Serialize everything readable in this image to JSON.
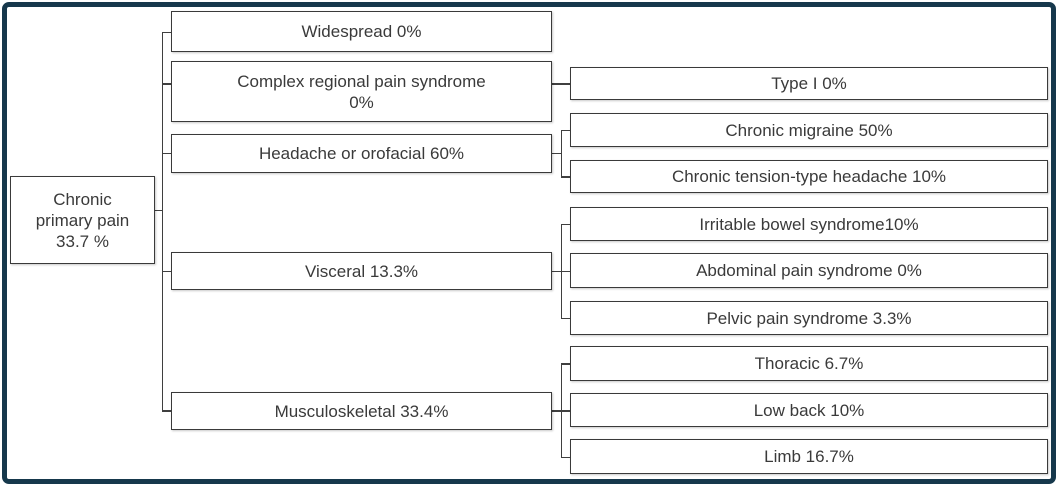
{
  "figure": {
    "description": "Tree diagram of chronic primary pain prevalence",
    "colors": {
      "frame_border": "#16384c",
      "box_border": "#3a3a3a",
      "text": "#3a3a3a",
      "connector": "#3f3f3f",
      "background": "#ffffff"
    }
  },
  "tree": {
    "root": {
      "label": "Chronic primary pain 33.7 %"
    },
    "branches": [
      {
        "label": "Widespread 0%",
        "children": []
      },
      {
        "label": "Complex regional pain syndrome",
        "label_line2": "0%",
        "children": [
          {
            "label": "Type I 0%"
          }
        ]
      },
      {
        "label": "Headache or orofacial 60%",
        "children": [
          {
            "label": "Chronic migraine 50%"
          },
          {
            "label": "Chronic tension-type headache 10%"
          }
        ]
      },
      {
        "label": "Visceral 13.3%",
        "children": [
          {
            "label": "Irritable bowel syndrome10%"
          },
          {
            "label": "Abdominal pain syndrome 0%"
          },
          {
            "label": "Pelvic pain syndrome 3.3%"
          }
        ]
      },
      {
        "label": "Musculoskeletal 33.4%",
        "children": [
          {
            "label": "Thoracic 6.7%"
          },
          {
            "label": "Low back 10%"
          },
          {
            "label": "Limb 16.7%"
          }
        ]
      }
    ]
  }
}
